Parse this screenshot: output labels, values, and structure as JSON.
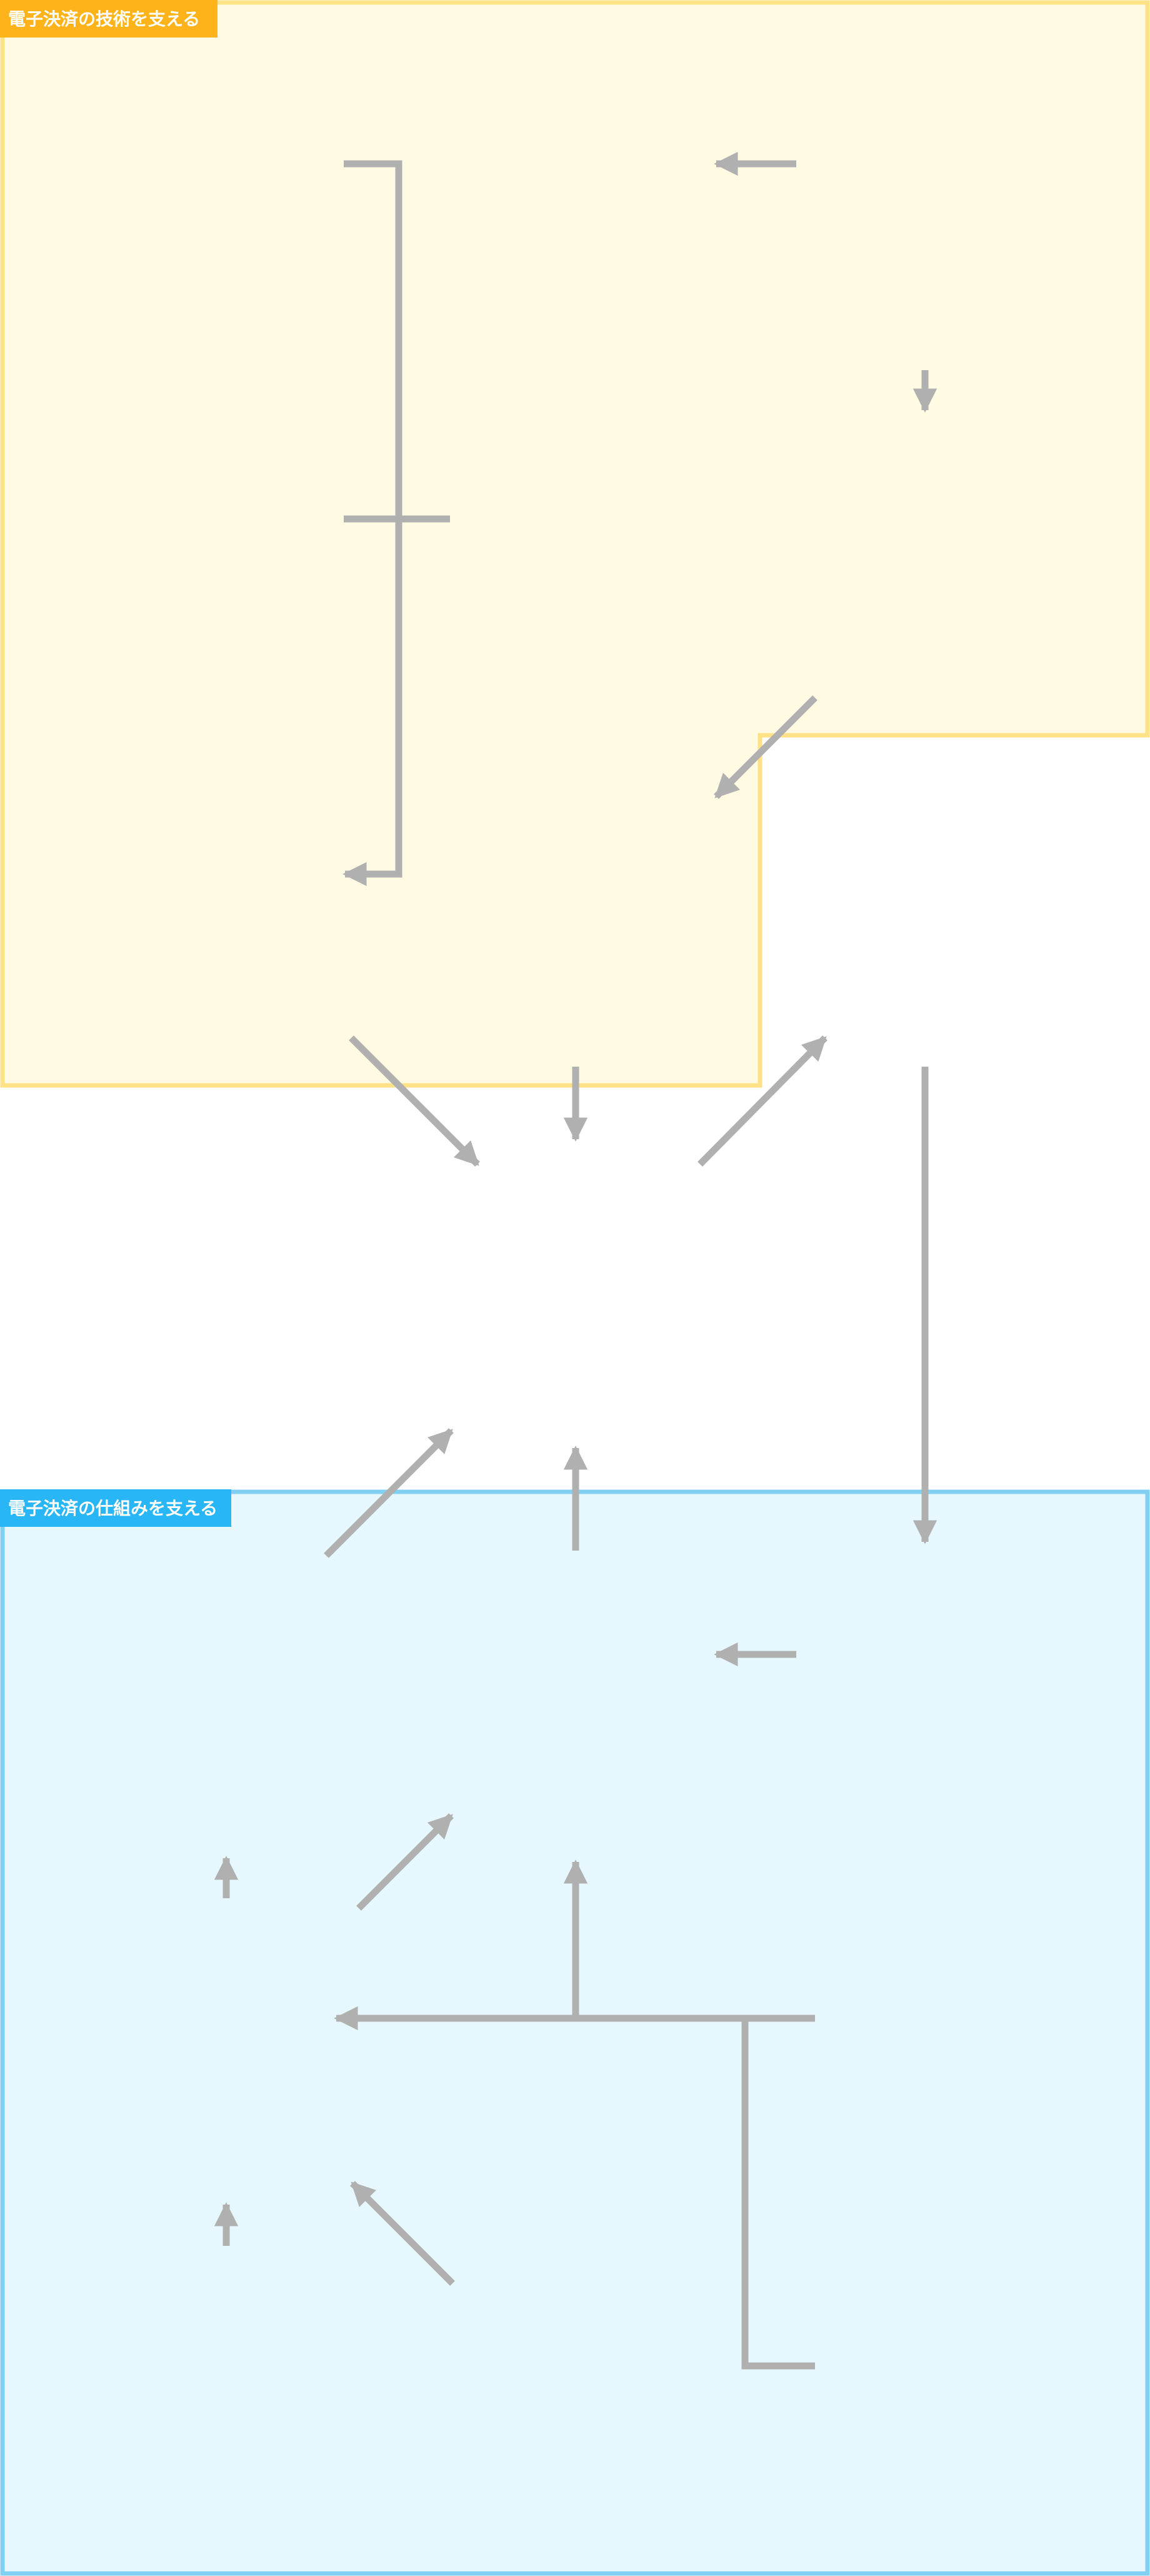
{
  "diagram": {
    "groups": [
      {
        "id": "tech",
        "label": "電子決済の技術を支える",
        "fill": "#fffae1",
        "border": "#ffe285",
        "label_bg": "#ffb31a"
      },
      {
        "id": "mech",
        "label": "電子決済の仕組みを支える",
        "fill": "#e7f7fe",
        "border": "#7fd0f3",
        "label_bg": "#29b6f6"
      }
    ],
    "connector_color": "#b0b0b0"
  }
}
